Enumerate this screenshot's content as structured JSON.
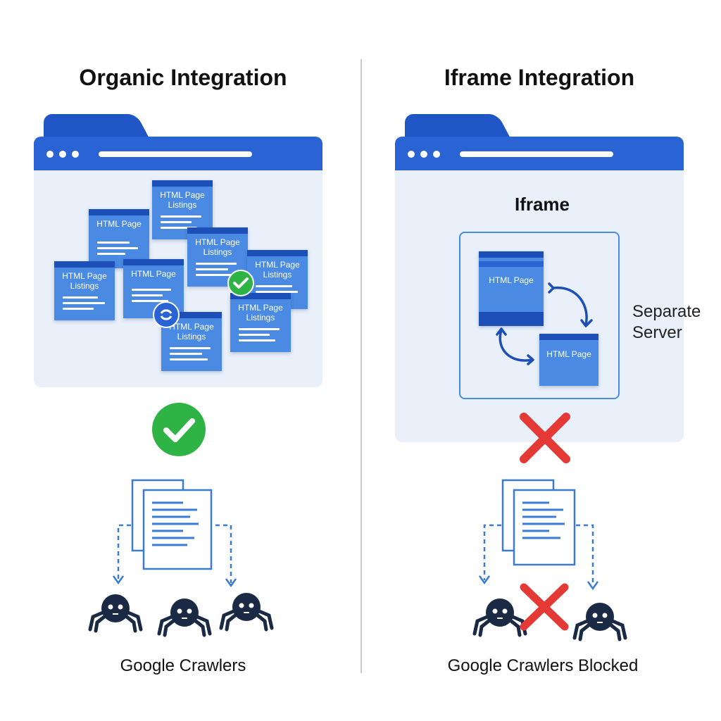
{
  "left_panel": {
    "title": "Organic Integration",
    "cards": [
      {
        "label": "HTML Page"
      },
      {
        "label": "HTML Page Listings"
      },
      {
        "label": "HTML Page Listings"
      },
      {
        "label": "HTML Page Listings"
      },
      {
        "label": "HTML Page"
      },
      {
        "label": "HTML Page Listings"
      },
      {
        "label": "HTML Page Listings"
      },
      {
        "label": "HTML Page Listings"
      }
    ],
    "caption": "Google Crawlers"
  },
  "right_panel": {
    "title": "Iframe Integration",
    "iframe_label": "Iframe",
    "cards": [
      {
        "label": "HTML Page"
      },
      {
        "label": "HTML Page"
      }
    ],
    "side_label_line1": "Separate",
    "side_label_line2": "Server",
    "caption": "Google Crawlers Blocked"
  },
  "colors": {
    "brand_blue": "#2a63d4",
    "card_blue": "#4a8ae3",
    "success_green": "#2fb344",
    "error_red": "#e53935",
    "crawler_navy": "#1b2a44"
  },
  "icons": [
    "check-icon",
    "cross-icon",
    "document-stack-icon",
    "crawler-icon",
    "sync-arrows-icon"
  ]
}
